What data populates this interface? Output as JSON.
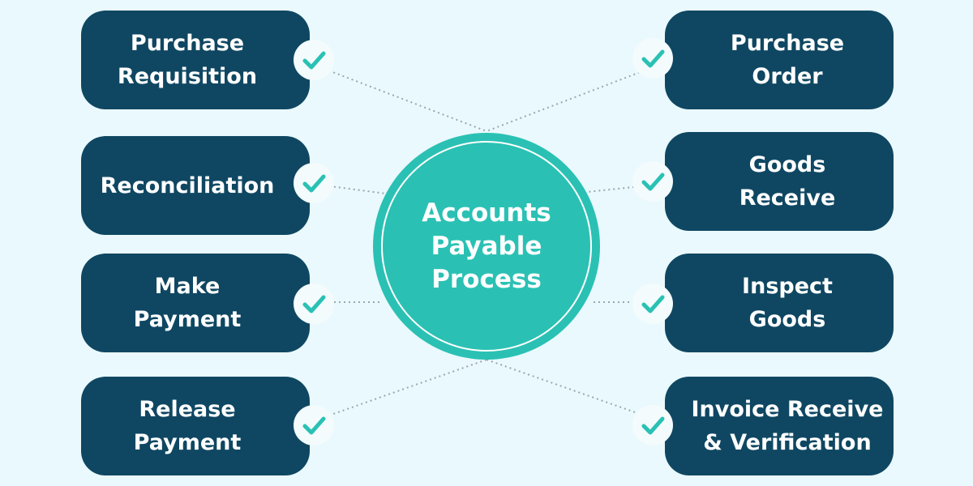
{
  "diagram": {
    "center": {
      "label": "Accounts\nPayable\nProcess"
    },
    "steps": [
      {
        "label": "Purchase\nRequisition",
        "side": "left"
      },
      {
        "label": "Reconciliation",
        "side": "left"
      },
      {
        "label": "Make\nPayment",
        "side": "left"
      },
      {
        "label": "Release\nPayment",
        "side": "left"
      },
      {
        "label": "Purchase\nOrder",
        "side": "right"
      },
      {
        "label": "Goods\nReceive",
        "side": "right"
      },
      {
        "label": "Inspect\nGoods",
        "side": "right"
      },
      {
        "label": "Invoice Receive\n& Verification",
        "side": "right"
      }
    ],
    "colors": {
      "background": "#eaf9fd",
      "step_fill": "#0f4762",
      "hub_fill": "#2ac1b4",
      "check_color": "#2ac1b4",
      "connector": "#9aa7ad"
    }
  }
}
